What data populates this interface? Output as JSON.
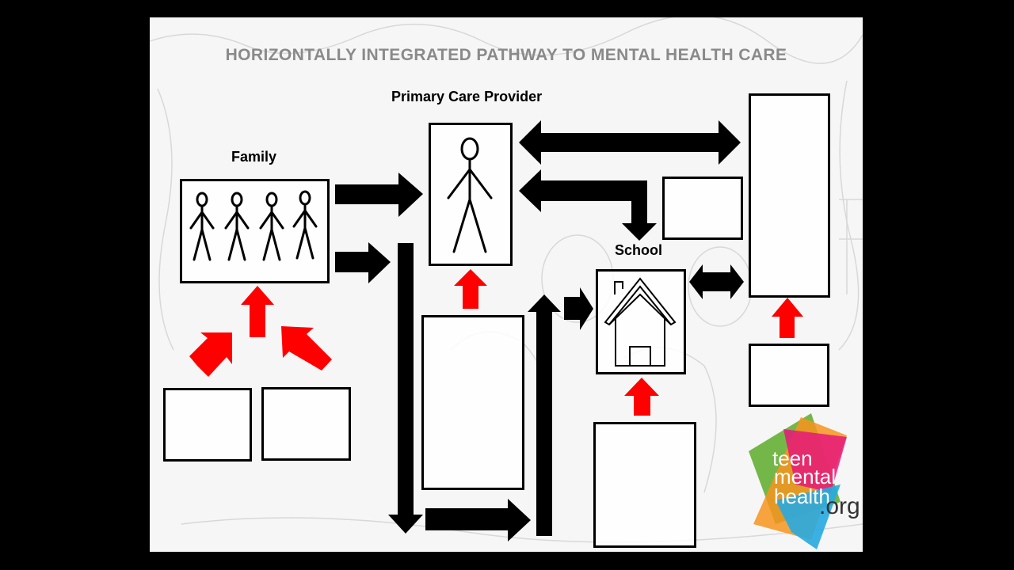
{
  "slide": {
    "title": "HORIZONTALLY INTEGRATED PATHWAY TO MENTAL HEALTH CARE"
  },
  "nodes": {
    "family": "Family",
    "primary_care": "Primary Care Provider",
    "school": "School"
  },
  "logo": {
    "line1": "teen",
    "line2": "mental",
    "line3": "health",
    "line4": ".org"
  },
  "colors": {
    "arrow_black": "#000000",
    "arrow_red": "#ff0000",
    "title_gray": "#8a8a8a",
    "logo_green": "#6db33f",
    "logo_orange": "#f7941d",
    "logo_pink": "#e6177a",
    "logo_blue": "#27aae1"
  }
}
